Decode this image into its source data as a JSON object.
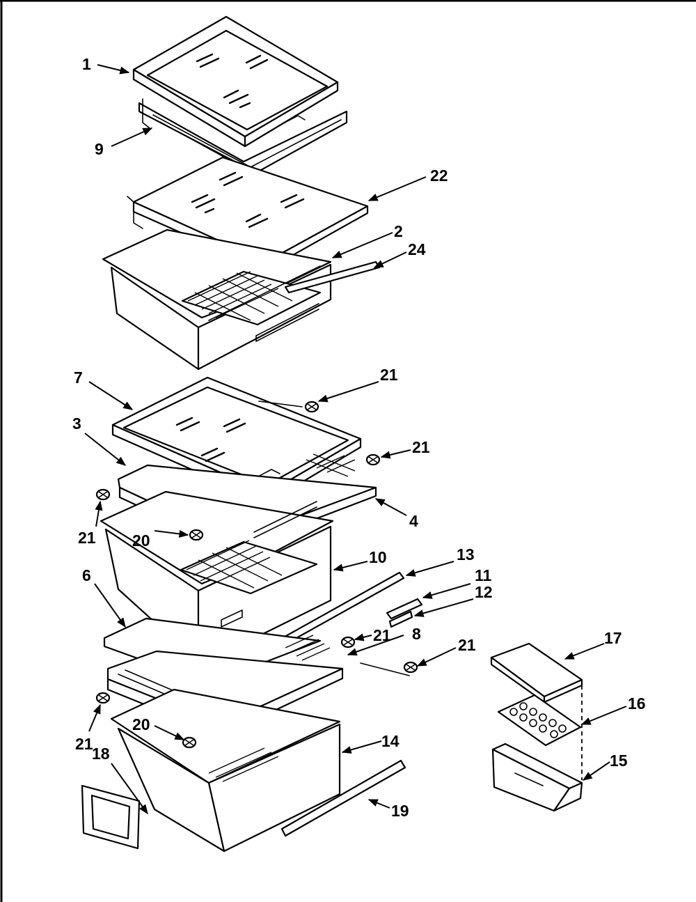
{
  "diagram": {
    "labels": {
      "p1": "1",
      "p9": "9",
      "p22": "22",
      "p2": "2",
      "p24": "24",
      "p7": "7",
      "p21a": "21",
      "p3": "3",
      "p21b": "21",
      "p21c": "21",
      "p4": "4",
      "p20a": "20",
      "p10": "10",
      "p13": "13",
      "p11": "11",
      "p12": "12",
      "p6": "6",
      "p21d": "21",
      "p8": "8",
      "p21e": "21",
      "p17": "17",
      "p16": "16",
      "p21f": "21",
      "p20b": "20",
      "p14": "14",
      "p15": "15",
      "p18": "18",
      "p19": "19"
    }
  }
}
